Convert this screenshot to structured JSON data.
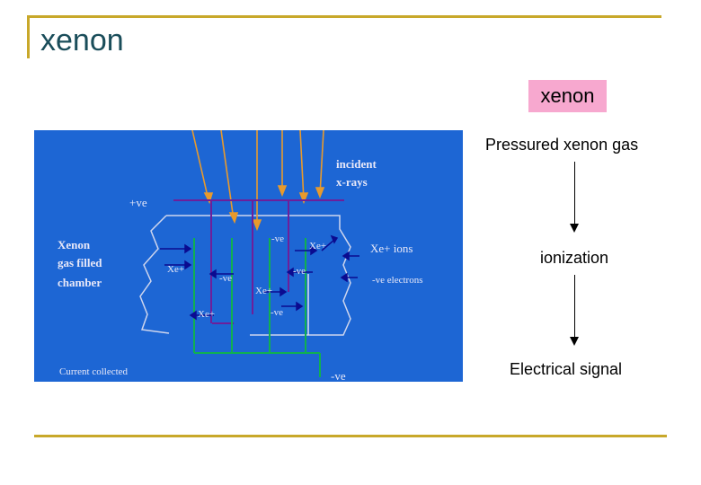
{
  "title": "xenon",
  "tag": "xenon",
  "flow": [
    "Pressured xenon gas",
    "ionization",
    "Electrical signal"
  ],
  "diagram": {
    "incident": "incident",
    "xrays": "x-rays",
    "plus_ve": "+ve",
    "xenon": "Xenon",
    "gas_filled": "gas filled",
    "chamber": "chamber",
    "xe_ions": "Xe+ ions",
    "ve_electrons": "-ve electrons",
    "current_collected": "Current collected",
    "minus_ve": "-ve",
    "xe_plus": "Xe+",
    "ve": "-ve"
  },
  "colors": {
    "diagram_bg": "#1d66d4",
    "xray": "#e89a2c",
    "cathode": "#6d1f9a",
    "anode": "#10b050",
    "arrow": "#0b0b90",
    "label": "#e8e8f8"
  }
}
